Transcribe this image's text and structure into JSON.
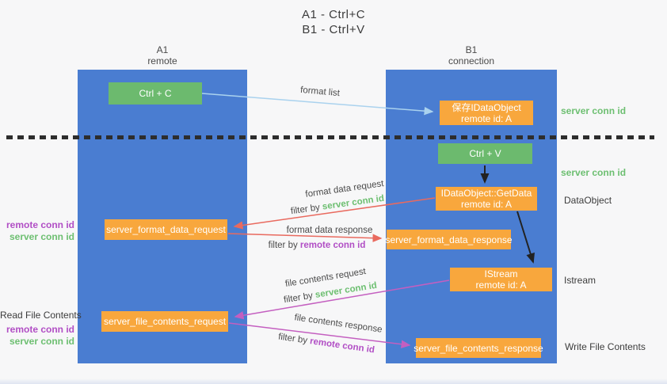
{
  "title": {
    "line1": "A1 - Ctrl+C",
    "line2": "B1 - Ctrl+V"
  },
  "columns": {
    "left": {
      "name": "A1",
      "role": "remote"
    },
    "right": {
      "name": "B1",
      "role": "connection"
    }
  },
  "nodes": {
    "ctrl_c": "Ctrl + C",
    "ctrl_v": "Ctrl + V",
    "save_idataobject": {
      "line1": "保存IDataObject",
      "line2": "remote id: A"
    },
    "getdata": {
      "line1": "IDataObject::GetData",
      "line2": "remote id: A"
    },
    "format_request": "server_format_data_request",
    "format_response": "server_format_data_response",
    "istream": {
      "line1": "IStream",
      "line2": "remote id: A"
    },
    "file_request": "server_file_contents_request",
    "file_response": "server_file_contents_response"
  },
  "flow_labels": {
    "format_list": "format list",
    "format_data_request": "format data request",
    "format_data_response": "format data response",
    "file_contents_request": "file contents request",
    "file_contents_response": "file contents response",
    "filter_by": "filter by ",
    "server_conn_id": "server conn id",
    "remote_conn_id": "remote conn id"
  },
  "side_labels": {
    "server_conn_id": "server conn id",
    "remote_conn_id": "remote conn id",
    "data_object": "DataObject",
    "istream": "Istream",
    "read_file_contents": "Read File Contents",
    "write_file_contents": "Write File Contents"
  },
  "colors": {
    "background": "#f7f7f8",
    "column_blue": "#4a7dd1",
    "box_green": "#6cba6e",
    "box_orange": "#f8a73d",
    "arrow_light_blue": "#aad2ee",
    "arrow_red": "#e96a5f",
    "arrow_magenta": "#c45fc0",
    "arrow_black": "#222222",
    "label_green": "#6dbf71",
    "label_purple": "#b14ec5",
    "divider_black": "#2d2d2d"
  }
}
